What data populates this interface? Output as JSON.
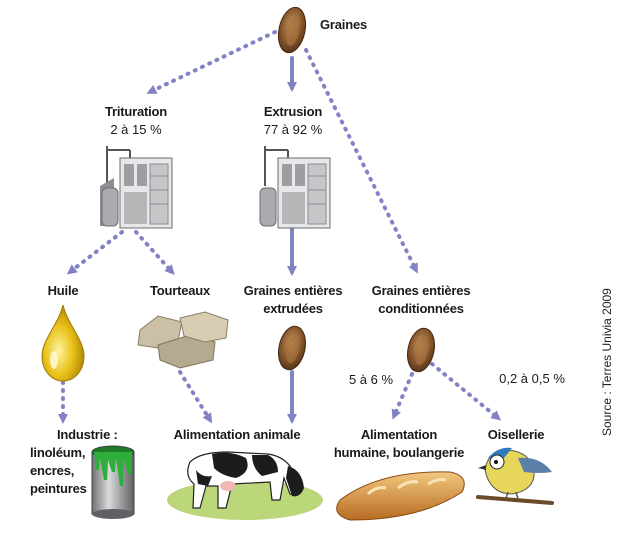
{
  "nodes": {
    "graines": "Graines",
    "trituration": "Trituration",
    "trituration_pct": "2 à 15 %",
    "extrusion": "Extrusion",
    "extrusion_pct": "77 à 92 %",
    "huile": "Huile",
    "tourteaux": "Tourteaux",
    "graines_extrudees_1": "Graines entières",
    "graines_extrudees_2": "extrudées",
    "graines_conditionnees_1": "Graines entières",
    "graines_conditionnees_2": "conditionnées",
    "pct_alimentation_humaine": "5 à 6 %",
    "pct_oisellerie": "0,2 à 0,5 %",
    "industrie_1": "Industrie :",
    "industrie_2": "linoléum,",
    "industrie_3": "encres,",
    "industrie_4": "peintures",
    "alimentation_animale": "Alimentation animale",
    "alimentation_humaine_1": "Alimentation",
    "alimentation_humaine_2": "humaine, boulangerie",
    "oisellerie": "Oisellerie"
  },
  "source": "Source : Terres Univia 2009",
  "colors": {
    "arrow": "#8283c4",
    "seed": "#7a4f2a",
    "oil": "#e9c21a",
    "paint": "#2fae3c",
    "grass": "#bcd67a"
  }
}
